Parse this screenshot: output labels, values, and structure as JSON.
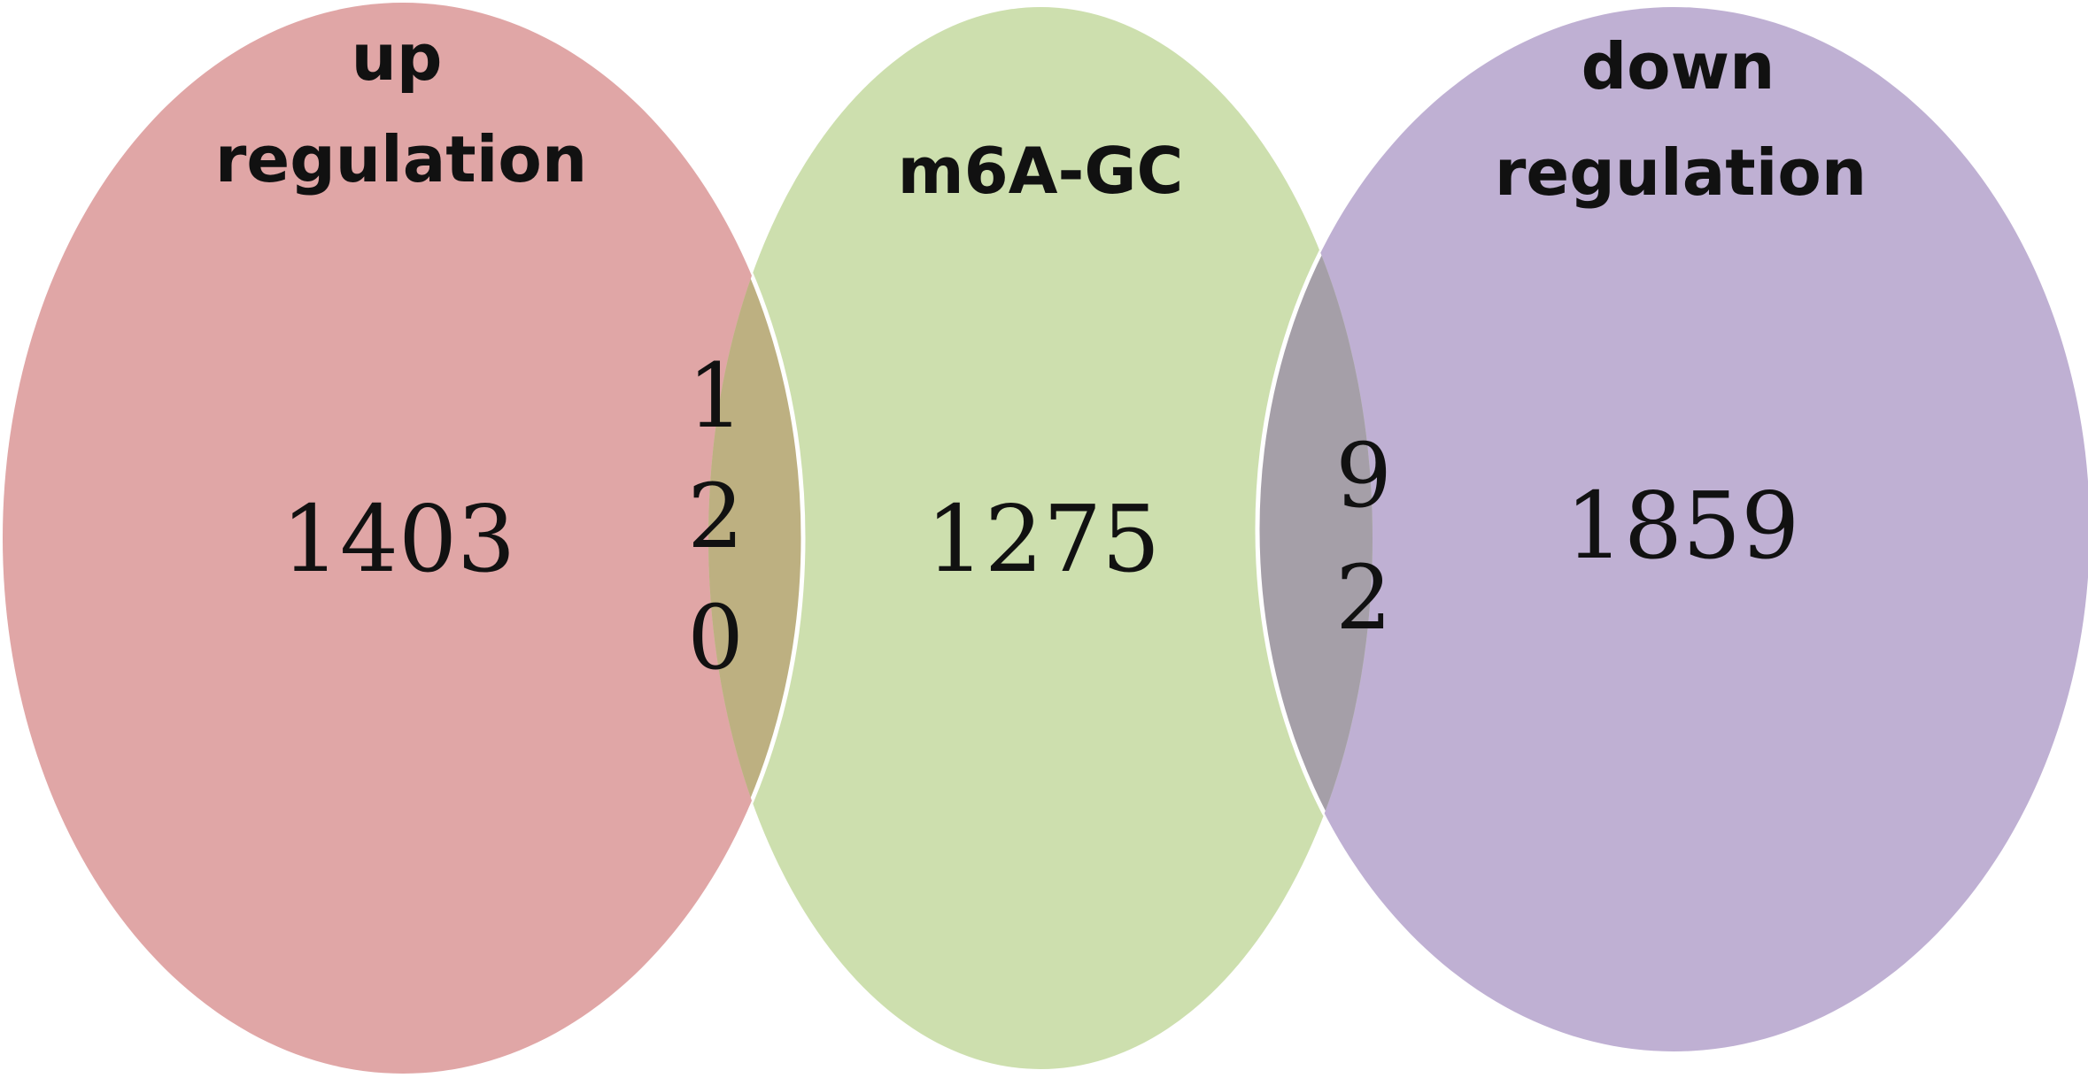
{
  "sets": {
    "up": {
      "label_line1": "up",
      "label_line2": "regulation",
      "count": "1403",
      "color": "#e0a6a6"
    },
    "m6a": {
      "label": "m6A-GC",
      "count": "1275",
      "color": "#cddfae"
    },
    "down": {
      "label_line1": "down",
      "label_line2": "regulation",
      "count": "1859",
      "color": "#bfb0d3"
    }
  },
  "overlaps": {
    "up_m6a": {
      "digits": [
        "1",
        "2",
        "0"
      ],
      "color": "#bdb081"
    },
    "m6a_down": {
      "digits": [
        "9",
        "2"
      ],
      "color": "#a59fa8"
    }
  },
  "outline_color": "#ffffff"
}
